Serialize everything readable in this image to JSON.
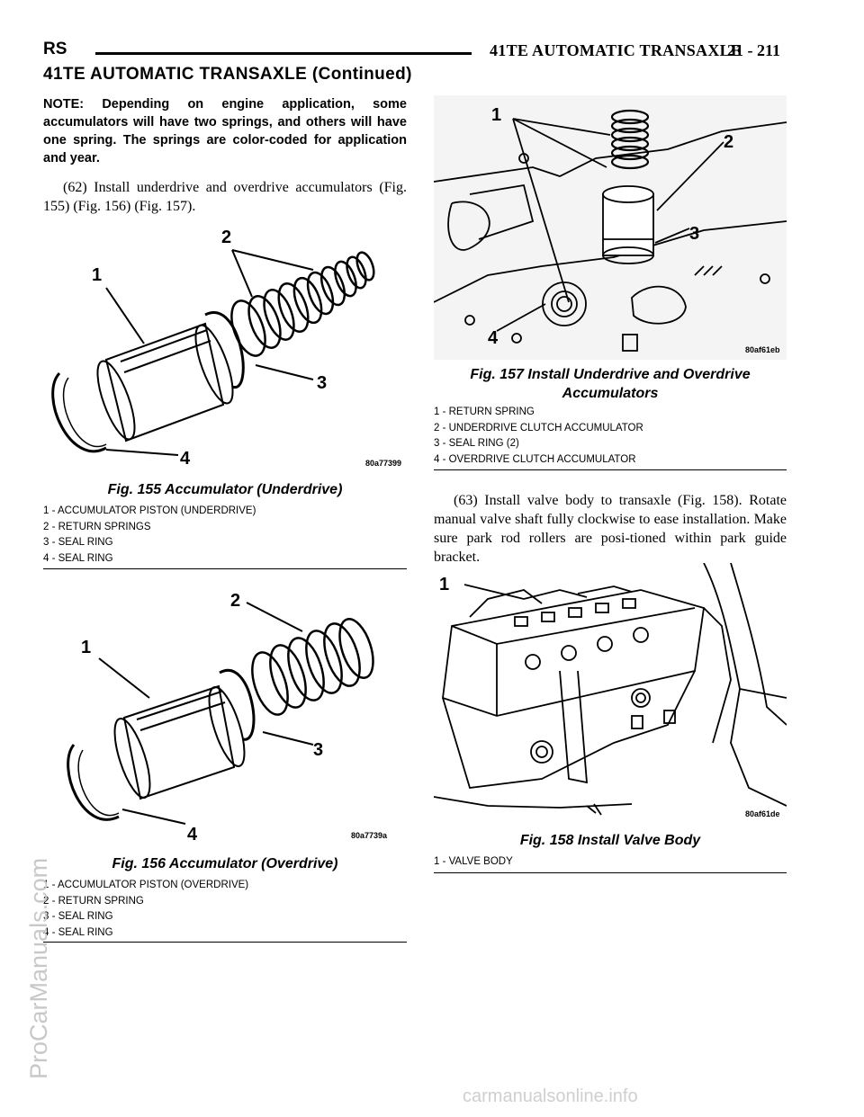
{
  "header": {
    "left": "RS",
    "title": "41TE AUTOMATIC TRANSAXLE",
    "page": "21 - 211"
  },
  "section_title": "41TE AUTOMATIC TRANSAXLE (Continued)",
  "note": "NOTE: Depending on engine application, some accumulators will have two springs, and others will have one spring. The springs are color-coded for application and year.",
  "step62": "(62) Install underdrive and overdrive accumulators (Fig. 155) (Fig. 156) (Fig. 157).",
  "step63": "(63) Install valve body to transaxle (Fig. 158). Rotate manual valve shaft fully clockwise to ease installation. Make sure park rod rollers are posi-tioned within park guide bracket.",
  "fig155": {
    "title": "Fig. 155 Accumulator (Underdrive)",
    "code": "80a77399",
    "callouts": [
      "1",
      "2",
      "3",
      "4"
    ],
    "legend": [
      "1 - ACCUMULATOR PISTON (UNDERDRIVE)",
      "2 - RETURN SPRINGS",
      "3 - SEAL RING",
      "4 - SEAL RING"
    ]
  },
  "fig156": {
    "title": "Fig. 156 Accumulator (Overdrive)",
    "code": "80a7739a",
    "callouts": [
      "1",
      "2",
      "3",
      "4"
    ],
    "legend": [
      "1 - ACCUMULATOR PISTON (OVERDRIVE)",
      "2 - RETURN SPRING",
      "3 - SEAL RING",
      "4 - SEAL RING"
    ]
  },
  "fig157": {
    "title": "Fig. 157 Install Underdrive and Overdrive Accumulators",
    "code": "80af61eb",
    "callouts": [
      "1",
      "2",
      "3",
      "4"
    ],
    "legend": [
      "1 - RETURN SPRING",
      "2 - UNDERDRIVE CLUTCH ACCUMULATOR",
      "3 - SEAL RING (2)",
      "4 - OVERDRIVE CLUTCH ACCUMULATOR"
    ]
  },
  "fig158": {
    "title": "Fig. 158 Install Valve Body",
    "code": "80af61de",
    "callouts": [
      "1"
    ],
    "legend": [
      "1 - VALVE BODY"
    ]
  },
  "watermark_side": "ProCarManuals.com",
  "watermark_footer": "carmanualsonline.info"
}
